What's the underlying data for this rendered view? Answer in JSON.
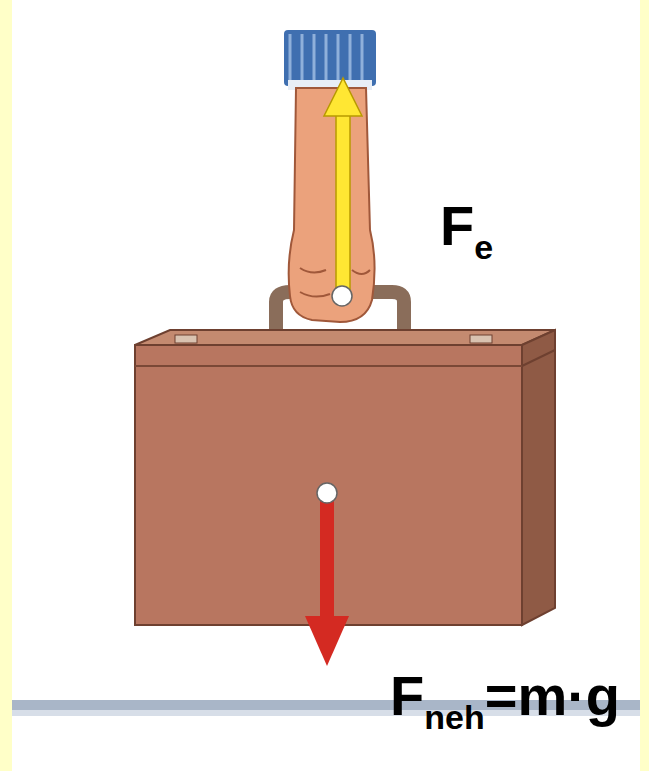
{
  "diagram": {
    "labels": [
      "F",
      "e",
      "F",
      "neh",
      "=m·g"
    ]
  }
}
